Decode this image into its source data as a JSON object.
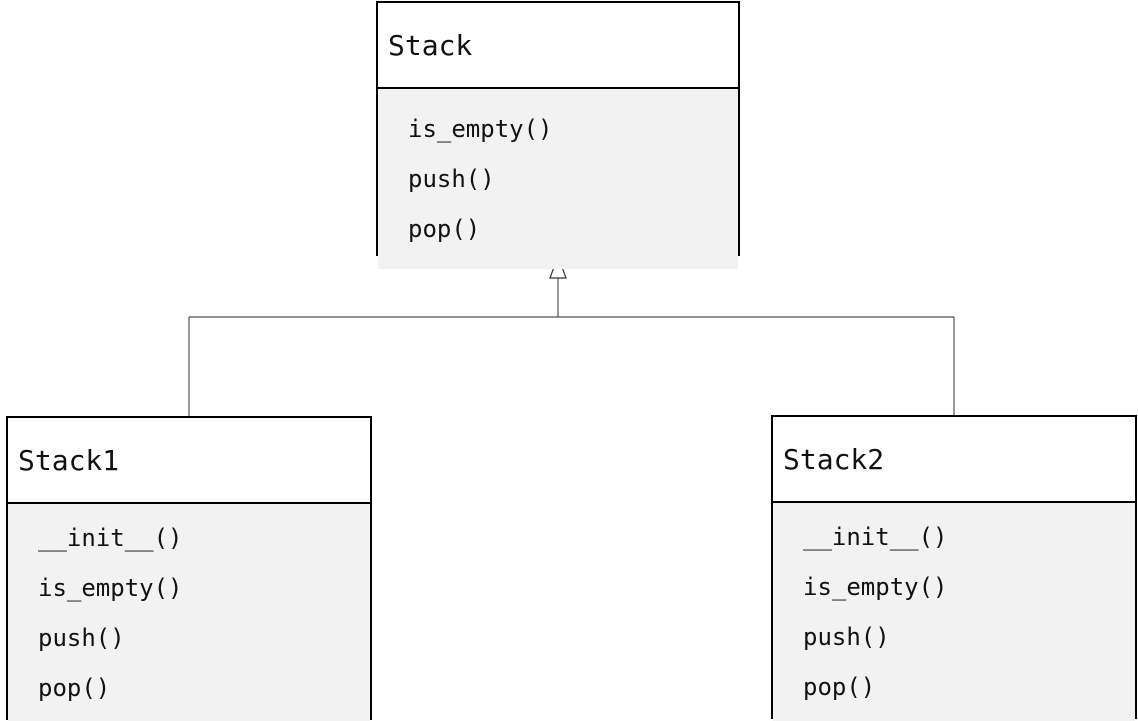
{
  "classes": {
    "stack": {
      "name": "Stack",
      "methods": [
        "is_empty()",
        "push()",
        "pop()"
      ]
    },
    "stack1": {
      "name": "Stack1",
      "methods": [
        "__init__()",
        "is_empty()",
        "push()",
        "pop()"
      ]
    },
    "stack2": {
      "name": "Stack2",
      "methods": [
        "__init__()",
        "is_empty()",
        "push()",
        "pop()"
      ]
    }
  },
  "relations": [
    {
      "type": "inheritance",
      "from": "Stack1",
      "to": "Stack"
    },
    {
      "type": "inheritance",
      "from": "Stack2",
      "to": "Stack"
    }
  ],
  "colors": {
    "border": "#000000",
    "method_area": "#f2f2f2",
    "connector": "#555555"
  }
}
